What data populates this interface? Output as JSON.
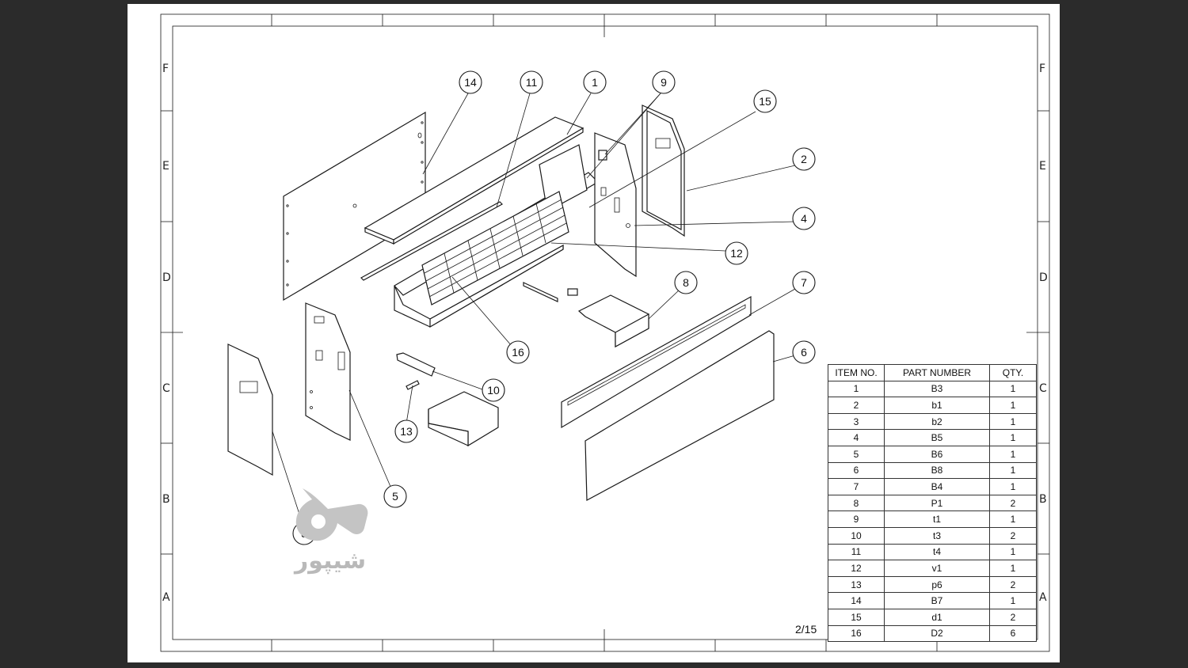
{
  "zones": {
    "rows": [
      "F",
      "E",
      "D",
      "C",
      "B",
      "A"
    ]
  },
  "balloons": [
    "14",
    "11",
    "1",
    "9",
    "15",
    "2",
    "4",
    "12",
    "8",
    "7",
    "6",
    "16",
    "10",
    "13",
    "5",
    "3"
  ],
  "bom": {
    "headers": [
      "ITEM NO.",
      "PART NUMBER",
      "QTY."
    ],
    "rows": [
      [
        "1",
        "B3",
        "1"
      ],
      [
        "2",
        "b1",
        "1"
      ],
      [
        "3",
        "b2",
        "1"
      ],
      [
        "4",
        "B5",
        "1"
      ],
      [
        "5",
        "B6",
        "1"
      ],
      [
        "6",
        "B8",
        "1"
      ],
      [
        "7",
        "B4",
        "1"
      ],
      [
        "8",
        "P1",
        "2"
      ],
      [
        "9",
        "t1",
        "1"
      ],
      [
        "10",
        "t3",
        "2"
      ],
      [
        "11",
        "t4",
        "1"
      ],
      [
        "12",
        "v1",
        "1"
      ],
      [
        "13",
        "p6",
        "2"
      ],
      [
        "14",
        "B7",
        "1"
      ],
      [
        "15",
        "d1",
        "2"
      ],
      [
        "16",
        "D2",
        "6"
      ]
    ]
  },
  "sheet_number": "2/15",
  "watermark": {
    "text": "شیپور",
    "icon": "horn-logo-icon",
    "color": "#b9b9b9"
  }
}
